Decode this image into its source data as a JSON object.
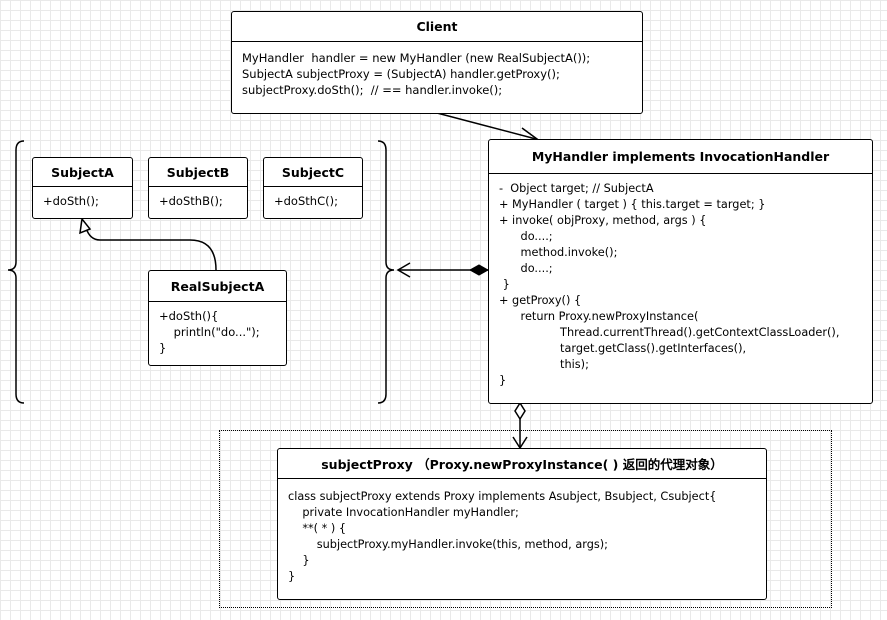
{
  "client": {
    "title": "Client",
    "lines": [
      "MyHandler  handler = new MyHandler (new RealSubjectA());",
      "SubjectA subjectProxy = (SubjectA) handler.getProxy();",
      "subjectProxy.doSth();  // == handler.invoke();"
    ]
  },
  "subjectA": {
    "title": "SubjectA",
    "method": "+doSth();"
  },
  "subjectB": {
    "title": "SubjectB",
    "method": "+doSthB();"
  },
  "subjectC": {
    "title": "SubjectC",
    "method": "+doSthC();"
  },
  "realSubjectA": {
    "title": "RealSubjectA",
    "lines": [
      "+doSth(){",
      "    println(\"do...\");",
      "}"
    ]
  },
  "myHandler": {
    "title": "MyHandler  implements InvocationHandler",
    "lines": [
      "-  Object target; // SubjectA",
      "+ MyHandler ( target ) { this.target = target; }",
      "+ invoke( objProxy, method, args ) {",
      "      do....;",
      "      method.invoke();",
      "      do....;",
      " }",
      "+ getProxy() {",
      "      return Proxy.newProxyInstance(",
      "                 Thread.currentThread().getContextClassLoader(),",
      "                 target.getClass().getInterfaces(),",
      "                 this);",
      "}"
    ]
  },
  "subjectProxy": {
    "title": "subjectProxy  （Proxy.newProxyInstance( ) 返回的代理对象）",
    "lines": [
      "class subjectProxy extends Proxy implements Asubject, Bsubject, Csubject{",
      "    private InvocationHandler myHandler;",
      "    **( * ) {",
      "        subjectProxy.myHandler.invoke(this, method, args);",
      "    }",
      "}"
    ]
  }
}
